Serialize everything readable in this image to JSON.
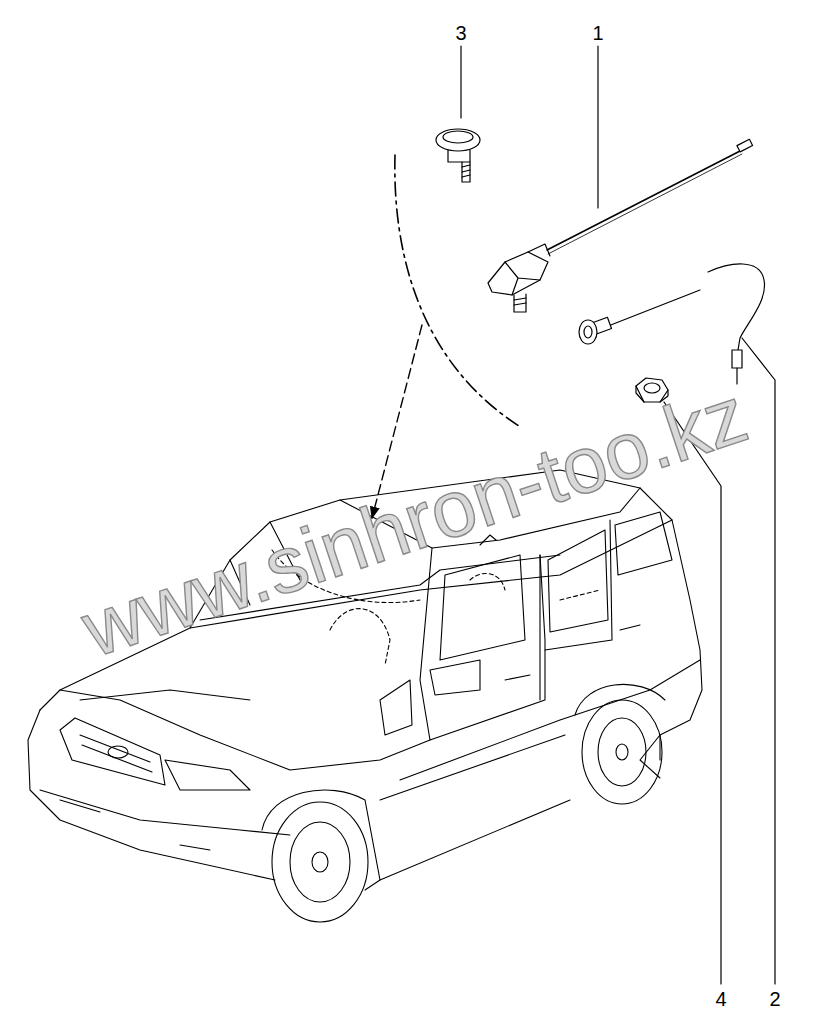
{
  "diagram": {
    "labels": [
      "3",
      "1",
      "4",
      "2",
      "www.sinhron-too.kz"
    ]
  }
}
